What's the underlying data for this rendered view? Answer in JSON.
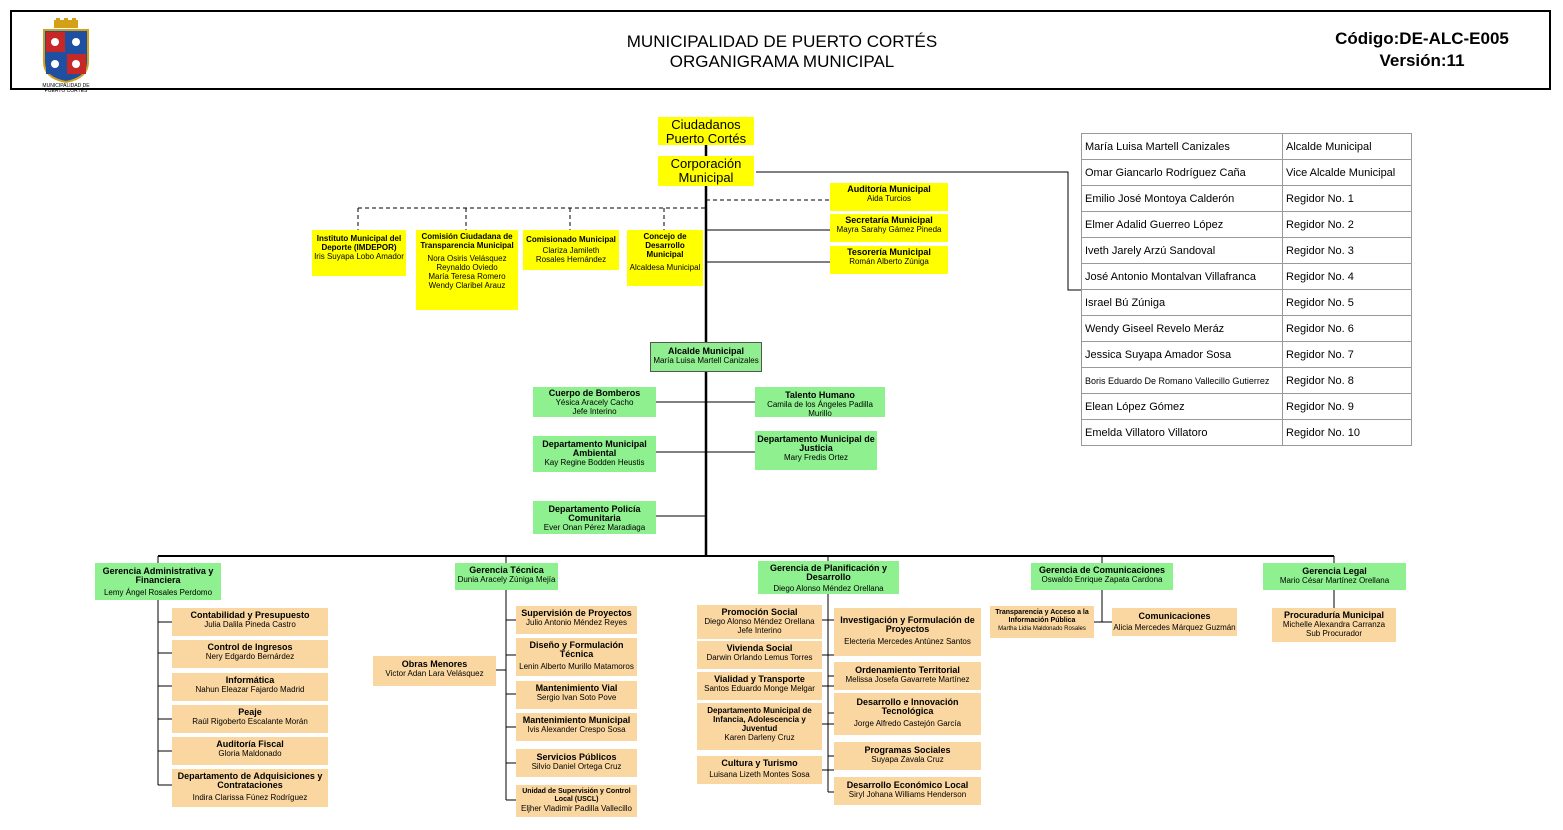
{
  "header": {
    "logo_caption": "MUNICIPALIDAD DE PUERTO CORTÉS",
    "title_line1": "MUNICIPALIDAD DE PUERTO CORTÉS",
    "title_line2": "ORGANIGRAMA MUNICIPAL",
    "code": "Código:DE-ALC-E005",
    "version": "Versión:11"
  },
  "top": {
    "ciudadanos": "Ciudadanos Puerto Cortés",
    "corporacion": "Corporación Municipal"
  },
  "staff_right": [
    {
      "title": "Auditoría Municipal",
      "name": "Aida Turcios"
    },
    {
      "title": "Secretaría Municipal",
      "name": "Mayra Sarahy Gámez Pineda"
    },
    {
      "title": "Tesorería Municipal",
      "name": "Román Alberto Zúniga"
    }
  ],
  "staff_left": [
    {
      "title": "Instituto Municipal del Deporte (IMDEPOR)",
      "name": "Iris Suyapa Lobo Amador"
    },
    {
      "title": "Comisión Ciudadana de Transparencia Municipal",
      "names": [
        "Nora Osiris Velásquez",
        "Reynaldo Oviedo",
        "María Teresa Romero",
        "Wendy Claribel Arauz"
      ]
    },
    {
      "title": "Comisionado Municipal",
      "names": [
        "Clariza Jamileth",
        "Rosales Hernández"
      ]
    },
    {
      "title": "Concejo de Desarrollo Municipal",
      "name": "Alcaldesa Municipal"
    }
  ],
  "alcalde": {
    "title": "Alcalde Municipal",
    "name": "María Luisa Martell Canizales"
  },
  "alcaldia_units": {
    "bomberos": {
      "title": "Cuerpo de Bomberos",
      "names": [
        "Yésica Aracely Cacho",
        "Jefe Interino"
      ]
    },
    "talento": {
      "title": "Talento Humano",
      "name": "Camila de los Ángeles Padilla Murillo"
    },
    "ambiental": {
      "title": "Departamento Municipal Ambiental",
      "name": "Kay Regine Bodden Heustis"
    },
    "justicia": {
      "title": "Departamento Municipal de Justicia",
      "name": "Mary Fredis Ortez"
    },
    "policia": {
      "title": "Departamento Policía Comunitaria",
      "name": "Ever Onan Pérez Maradiaga"
    }
  },
  "council": [
    {
      "name": "María Luisa Martell Canizales",
      "role": "Alcalde Municipal"
    },
    {
      "name": "Omar Giancarlo Rodríguez Caña",
      "role": "Vice Alcalde Municipal"
    },
    {
      "name": "Emilio José Montoya Calderón",
      "role": "Regidor No. 1"
    },
    {
      "name": "Elmer Adalid Guerreo López",
      "role": "Regidor No. 2"
    },
    {
      "name": "Iveth Jarely Arzú Sandoval",
      "role": "Regidor No. 3"
    },
    {
      "name": "José Antonio Montalvan Villafranca",
      "role": "Regidor No. 4"
    },
    {
      "name": "Israel Bú Zúniga",
      "role": "Regidor No. 5"
    },
    {
      "name": "Wendy Giseel Revelo Meráz",
      "role": "Regidor No. 6"
    },
    {
      "name": "Jessica Suyapa Amador Sosa",
      "role": "Regidor No. 7"
    },
    {
      "name": "Boris Eduardo De Romano Vallecillo Gutierrez",
      "role": "Regidor No. 8"
    },
    {
      "name": "Elean López Gómez",
      "role": "Regidor No. 9"
    },
    {
      "name": "Emelda Villatoro Villatoro",
      "role": "Regidor No. 10"
    }
  ],
  "gerencias": {
    "admin": {
      "title": "Gerencia Administrativa y Financiera",
      "name": "Lemy Ángel Rosales Perdomo",
      "units": [
        {
          "title": "Contabilidad y Presupuesto",
          "name": "Julia Dalila Pineda Castro"
        },
        {
          "title": "Control de Ingresos",
          "name": "Nery Edgardo Bernárdez"
        },
        {
          "title": "Informática",
          "name": "Nahun Eleazar Fajardo Madrid"
        },
        {
          "title": "Peaje",
          "name": "Raúl Rigoberto Escalante Morán"
        },
        {
          "title": "Auditoría Fiscal",
          "name": "Gloria Maldonado"
        },
        {
          "title": "Departamento de Adquisiciones y Contrataciones",
          "name": "Indira Clarissa Fúnez Rodríguez"
        }
      ]
    },
    "tecnica": {
      "title": "Gerencia Técnica",
      "name": "Dunia Aracely Zúniga Mejía",
      "obras": {
        "title": "Obras Menores",
        "name": "Victor Adan Lara Velásquez"
      },
      "units": [
        {
          "title": "Supervisión de Proyectos",
          "name": "Julio Antonio Méndez Reyes"
        },
        {
          "title": "Diseño y Formulación Técnica",
          "name": "Lenin Alberto Murillo Matamoros"
        },
        {
          "title": "Mantenimiento Vial",
          "name": "Sergio Ivan Soto Pove"
        },
        {
          "title": "Mantenimiento Municipal",
          "name": "Ivis Alexander Crespo Sosa"
        },
        {
          "title": "Servicios Públicos",
          "name": "Silvio Daniel Ortega Cruz"
        },
        {
          "title": "Unidad de Supervisión y Control Local (USCL)",
          "name": "Eljher Vladimir Padilla Vallecillo"
        }
      ]
    },
    "planificacion": {
      "title": "Gerencia de Planificación y Desarrollo",
      "name": "Diego Alonso Méndez Orellana",
      "left_units": [
        {
          "title": "Promoción Social",
          "names": [
            "Diego Alonso Méndez Orellana",
            "Jefe Interino"
          ]
        },
        {
          "title": "Vivienda Social",
          "name": "Darwin Orlando Lemus Torres"
        },
        {
          "title": "Vialidad y Transporte",
          "name": "Santos Eduardo Monge Melgar"
        },
        {
          "title": "Departamento Municipal de Infancia, Adolescencia y Juventud",
          "name": "Karen Darleny Cruz"
        },
        {
          "title": "Cultura y Turismo",
          "name": "Luisana Lizeth Montes Sosa"
        }
      ],
      "right_units": [
        {
          "title": "Investigación y Formulación de Proyectos",
          "name": "Electeria Mercedes Antúnez Santos"
        },
        {
          "title": "Ordenamiento Territorial",
          "name": "Melissa Josefa Gavarrete Martínez"
        },
        {
          "title": "Desarrollo e Innovación Tecnológica",
          "name": "Jorge Alfredo Castejón García"
        },
        {
          "title": "Programas Sociales",
          "name": "Suyapa Zavala Cruz"
        },
        {
          "title": "Desarrollo Económico Local",
          "name": "Siryl Johana Williams Henderson"
        }
      ]
    },
    "comunicaciones": {
      "title": "Gerencia de Comunicaciones",
      "name": "Oswaldo Enrique Zapata Cardona",
      "units": [
        {
          "title": "Transparencia y Acceso a la Información Pública",
          "name": "Martha Lidia Maldonado Rosales"
        },
        {
          "title": "Comunicaciones",
          "name": "Alicia Mercedes Márquez Guzmán"
        }
      ]
    },
    "legal": {
      "title": "Gerencia Legal",
      "name": "Mario César Martínez Orellana",
      "units": [
        {
          "title": "Procuraduría Municipal",
          "names": [
            "Michelle Alexandra Carranza",
            "Sub Procurador"
          ]
        }
      ]
    }
  }
}
